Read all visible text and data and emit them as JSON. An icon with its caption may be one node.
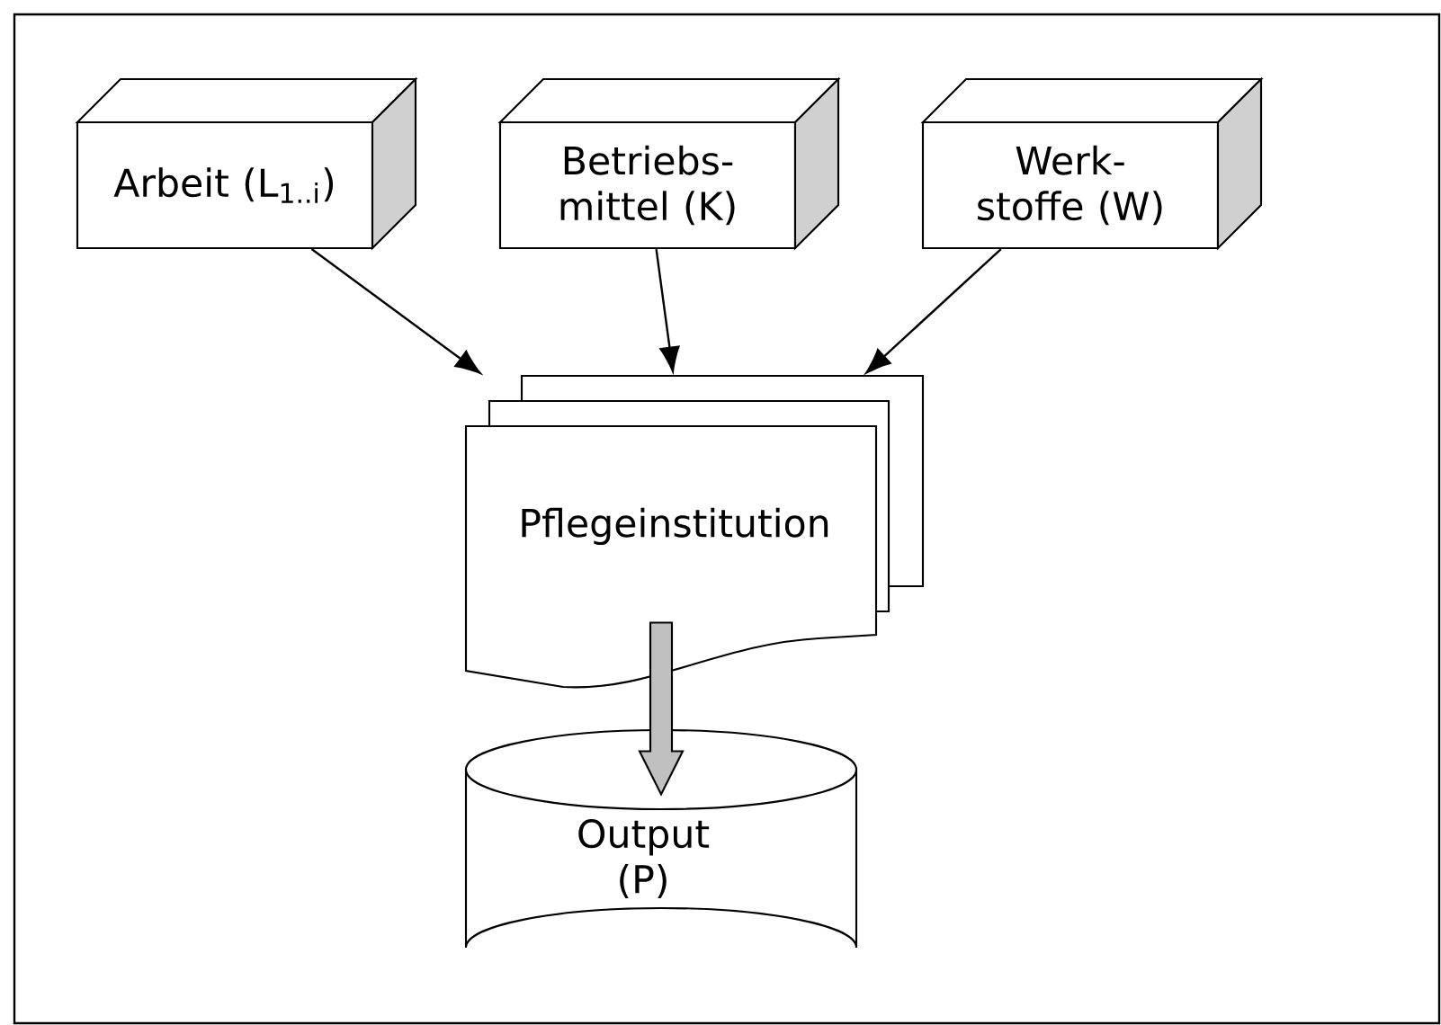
{
  "diagram": {
    "nodes": [
      {
        "text": [
          "Arbeit (L$_{1..i}$)"
        ]
      },
      {
        "text": [
          "Betriebs- mittel (K)"
        ]
      },
      {
        "text": [
          "Werk- stoffe (W)"
        ]
      },
      {
        "text": [
          "Pflegeinstitution"
        ]
      },
      {
        "text": [
          "Output (P)"
        ]
      }
    ],
    "edges": [
      {
        "from": 0,
        "to": 3,
        "arrow": "to"
      },
      {
        "from": 1,
        "to": 3,
        "arrow": "to"
      },
      {
        "from": 2,
        "to": 3,
        "arrow": "to"
      },
      {
        "from": 3,
        "to": 4,
        "arrow": "to",
        "style": "thick",
        "color": "#c0c0c0"
      }
    ]
  }
}
